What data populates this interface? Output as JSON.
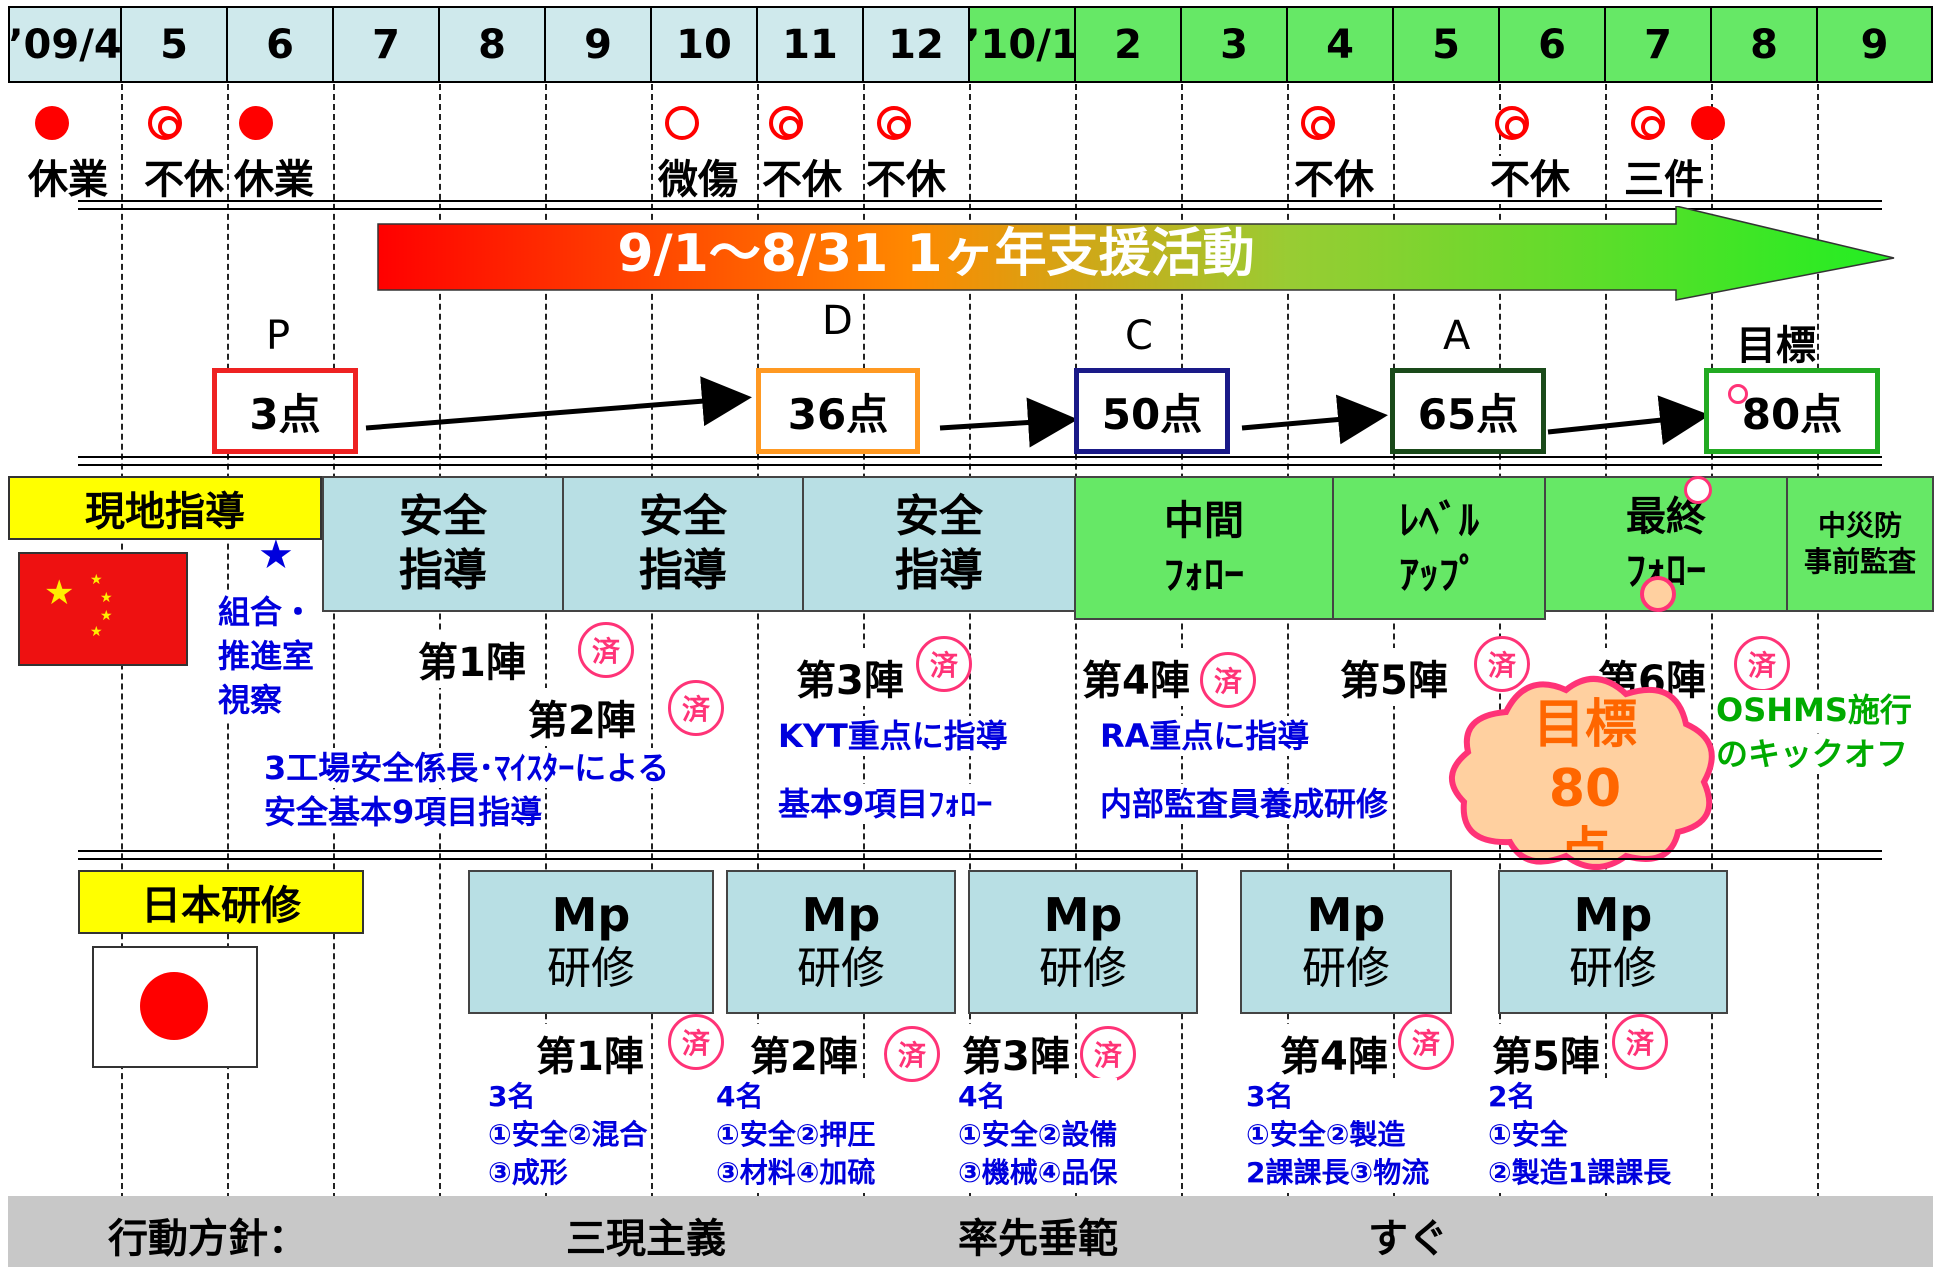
{
  "months": [
    "’09/4",
    "5",
    "6",
    "7",
    "8",
    "9",
    "10",
    "11",
    "12",
    "’10/1",
    "2",
    "3",
    "4",
    "5",
    "6",
    "7",
    "8",
    "9"
  ],
  "incidents": {
    "labels": [
      "休業",
      "不休",
      "休業",
      "微傷",
      "不休",
      "不休",
      "不休",
      "不休",
      "三件"
    ]
  },
  "banner": {
    "text": "9/1～8/31  1ヶ年支援活動"
  },
  "pdca": {
    "p": "P",
    "d": "D",
    "c": "C",
    "a": "A",
    "goal": "目標"
  },
  "scores": [
    "3点",
    "36点",
    "50点",
    "65点",
    "80点"
  ],
  "local": {
    "label": "現地指導",
    "phases": [
      {
        "l1": "安全",
        "l2": "指導"
      },
      {
        "l1": "安全",
        "l2": "指導"
      },
      {
        "l1": "安全",
        "l2": "指導"
      },
      {
        "l1": "中間",
        "l2": "ﾌｫﾛｰ"
      },
      {
        "l1": "ﾚﾍﾞﾙ",
        "l2": "ｱｯﾌﾟ"
      },
      {
        "l1": "最終",
        "l2": "ﾌｫﾛｰ"
      },
      {
        "l1": "中災防",
        "l2": "事前監査"
      }
    ],
    "rounds": [
      "第1陣",
      "第2陣",
      "第3陣",
      "第4陣",
      "第5陣",
      "第6陣"
    ],
    "done": "済",
    "star_note": [
      "組合・",
      "推進室",
      "視察"
    ],
    "notes": {
      "n1a": "3工場安全係長･ﾏｲｽﾀｰによる",
      "n1b": "安全基本9項目指導",
      "n2a": "KYT重点に指導",
      "n2b": "基本9項目ﾌｫﾛｰ",
      "n3a": "RA重点に指導",
      "n3b": "内部監査員養成研修",
      "n4a": "OSHMS施行",
      "n4b": "のキックオフ"
    },
    "goal_cloud": [
      "目標",
      "80",
      "点"
    ]
  },
  "japan": {
    "label": "日本研修",
    "mp_title": "Mp",
    "mp_sub": "研修",
    "rounds": [
      "第1陣",
      "第2陣",
      "第3陣",
      "第4陣",
      "第5陣"
    ],
    "trainees": [
      [
        "3名",
        "①安全②混合",
        "③成形"
      ],
      [
        "4名",
        "①安全②押圧",
        "③材料④加硫"
      ],
      [
        "4名",
        "①安全②設備",
        "③機械④品保"
      ],
      [
        "3名",
        "①安全②製造",
        "2課課長③物流"
      ],
      [
        "2名",
        "①安全",
        "②製造1課課長"
      ]
    ]
  },
  "footer": {
    "label": "行動方針：",
    "p1": "三現主義",
    "p2": "率先垂範",
    "p3": "すぐ"
  },
  "colors": {
    "year1": "#cfe9ec",
    "year2": "#66e866",
    "red": "#ff0000",
    "blue": "#0000dd",
    "box_p": "#ee2222",
    "box_d": "#ff9922",
    "box_c": "#1a1a88",
    "box_a": "#1a4a1a",
    "box_goal": "#22aa22"
  }
}
